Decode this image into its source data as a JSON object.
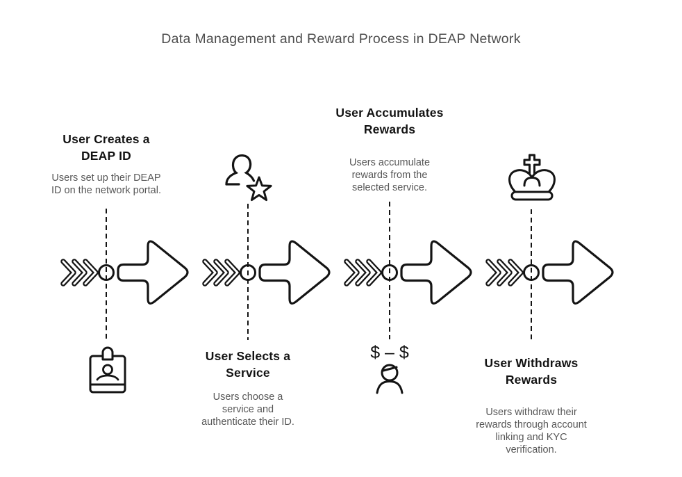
{
  "title": "Data Management and Reward Process in DEAP Network",
  "colors": {
    "background": "#ffffff",
    "title_text": "#4e4e4e",
    "heading_text": "#131313",
    "description_text": "#575757",
    "line_stroke": "#141414"
  },
  "steps": [
    {
      "heading": "User Creates a\nDEAP ID",
      "description": "Users set up their DEAP\nID on the network portal.",
      "icon": "id-badge-icon"
    },
    {
      "heading": "User Selects a\nService",
      "description": "Users choose a\nservice and\nauthenticate their ID.",
      "icon": "person-with-star-icon"
    },
    {
      "heading": "User Accumulates\nRewards",
      "description": "Users accumulate\nrewards from the\nselected service.",
      "icon": "dollar-exchange-person-icon",
      "icon_label": "$ – $"
    },
    {
      "heading": "User Withdraws\nRewards",
      "description": "Users withdraw their\nrewards through account\nlinking and KYC\nverification.",
      "icon": "chess-king-crown-icon"
    }
  ]
}
